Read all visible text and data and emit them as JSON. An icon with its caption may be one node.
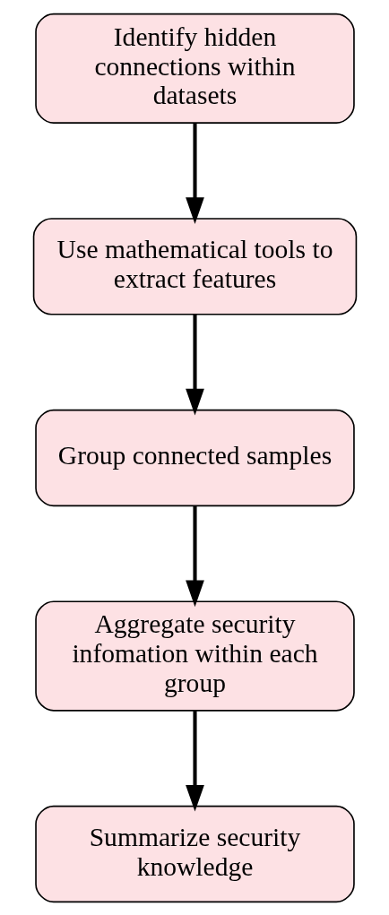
{
  "diagram": {
    "nodes": [
      {
        "text": [
          "Identify hidden connections within datasets"
        ]
      },
      {
        "text": [
          "Use mathematical tools to extract features"
        ]
      },
      {
        "text": [
          "Group connected samples"
        ]
      },
      {
        "text": [
          "Aggregate security infomation within each group"
        ]
      },
      {
        "text": [
          "Summarize security knowledge"
        ]
      }
    ],
    "edges": [
      {
        "from": 0,
        "to": 1,
        "arrow": "to"
      },
      {
        "from": 1,
        "to": 2,
        "arrow": "to"
      },
      {
        "from": 2,
        "to": 3,
        "arrow": "to"
      },
      {
        "from": 3,
        "to": 4,
        "arrow": "to"
      }
    ]
  }
}
